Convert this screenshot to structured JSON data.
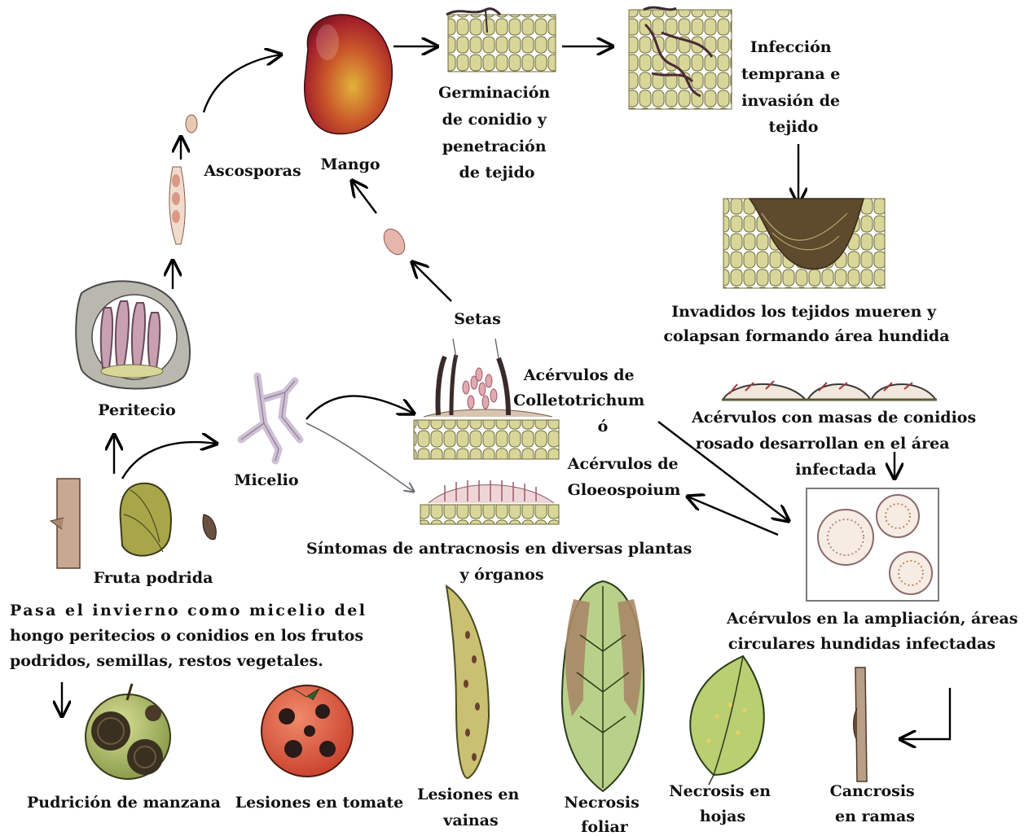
{
  "nodes": {
    "mango": "Mango",
    "ascosporas": "Ascosporas",
    "germinacion": [
      "Germinación",
      "de conidio y",
      "penetración",
      "de tejido"
    ],
    "infeccion": [
      "Infección",
      "temprana e",
      "invasión de",
      "tejido"
    ],
    "invadidos": [
      "Invadidos los tejidos mueren y",
      "colapsan formando área hundida"
    ],
    "acervulos_masas": [
      "Acérvulos con masas de conidios",
      "rosado desarrollan en el área",
      "infectada"
    ],
    "setas": "Setas",
    "acervulos_colletotrichum": [
      "Acérvulos de",
      "Colletotrichum",
      "ó"
    ],
    "acervulos_gloeospoium": [
      "Acérvulos de",
      "Gloeospoium"
    ],
    "peritecio": "Peritecio",
    "micelio": "Micelio",
    "fruta_podrida": "Fruta podrida",
    "sintomas": [
      "Síntomas de antracnosis en diversas plantas",
      "y órganos"
    ],
    "acervulos_ampliacion": [
      "Acérvulos en la ampliación, áreas",
      "circulares hundidas infectadas"
    ],
    "invierno": [
      "Pasa el invierno como micelio del",
      "hongo peritecios o conidios en los frutos",
      "podridos, semillas, restos vegetales."
    ],
    "manzana": "Pudrición de manzana",
    "tomate": "Lesiones en tomate",
    "vainas": [
      "Lesiones en",
      "vainas"
    ],
    "necrosis_foliar": [
      "Necrosis",
      "foliar"
    ],
    "necrosis_hojas": [
      "Necrosis en",
      "hojas"
    ],
    "cancrosis": [
      "Cancrosis",
      "en ramas"
    ]
  },
  "colors": {
    "cell_fill": "#d9d69a",
    "cell_stroke": "#6d6b3a",
    "hypha": "#5a3a4a",
    "lesion": "#5b3a2a",
    "mango_red": "#b8232a",
    "mango_yellow": "#d9a52a",
    "apple": "#9aa84a",
    "tomato": "#d8503a",
    "leaf": "#b9cf72"
  },
  "icons": [
    "mango-fruit",
    "cell-tissue",
    "ascus",
    "perithecium",
    "mycelium",
    "acervulus",
    "rotten-fruit",
    "apple",
    "tomato",
    "bean-pod",
    "leaf",
    "branch"
  ]
}
